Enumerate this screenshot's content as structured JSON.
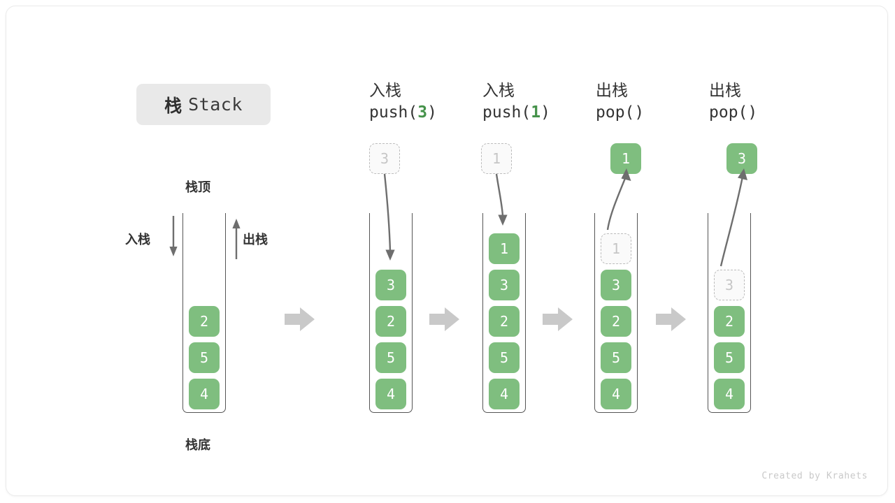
{
  "title": {
    "cn": "栈",
    "en": "Stack"
  },
  "labels": {
    "top": "栈顶",
    "bottom": "栈底",
    "push": "入栈",
    "pop": "出栈"
  },
  "colors": {
    "element": "#7fbe7f",
    "ghost_border": "#bdbdbd",
    "ghost_text": "#c6c6c6",
    "arrow": "#6e6e6e",
    "transition_arrow": "#c9c9c9",
    "accent_code": "#45924a"
  },
  "columns": [
    {
      "id": "initial",
      "header_cn": "",
      "header_code": "",
      "stack": [
        "2",
        "5",
        "4"
      ],
      "ghost_index": -1,
      "incoming": null,
      "outgoing": null
    },
    {
      "id": "push-3",
      "header_cn": "入栈",
      "header_code_prefix": "push(",
      "header_code_arg": "3",
      "header_code_suffix": ")",
      "stack": [
        "3",
        "2",
        "5",
        "4"
      ],
      "ghost_index": -1,
      "incoming": "3",
      "outgoing": null
    },
    {
      "id": "push-1",
      "header_cn": "入栈",
      "header_code_prefix": "push(",
      "header_code_arg": "1",
      "header_code_suffix": ")",
      "stack": [
        "1",
        "3",
        "2",
        "5",
        "4"
      ],
      "ghost_index": -1,
      "incoming": "1",
      "outgoing": null
    },
    {
      "id": "pop-1",
      "header_cn": "出栈",
      "header_code_prefix": "pop(",
      "header_code_arg": "",
      "header_code_suffix": ")",
      "stack": [
        "1",
        "3",
        "2",
        "5",
        "4"
      ],
      "ghost_index": 0,
      "incoming": null,
      "outgoing": "1"
    },
    {
      "id": "pop-3",
      "header_cn": "出栈",
      "header_code_prefix": "pop(",
      "header_code_arg": "",
      "header_code_suffix": ")",
      "stack": [
        "3",
        "2",
        "5",
        "4"
      ],
      "ghost_index": 0,
      "incoming": null,
      "outgoing": "3"
    }
  ],
  "footer": {
    "credit": "Created by Krahets"
  }
}
